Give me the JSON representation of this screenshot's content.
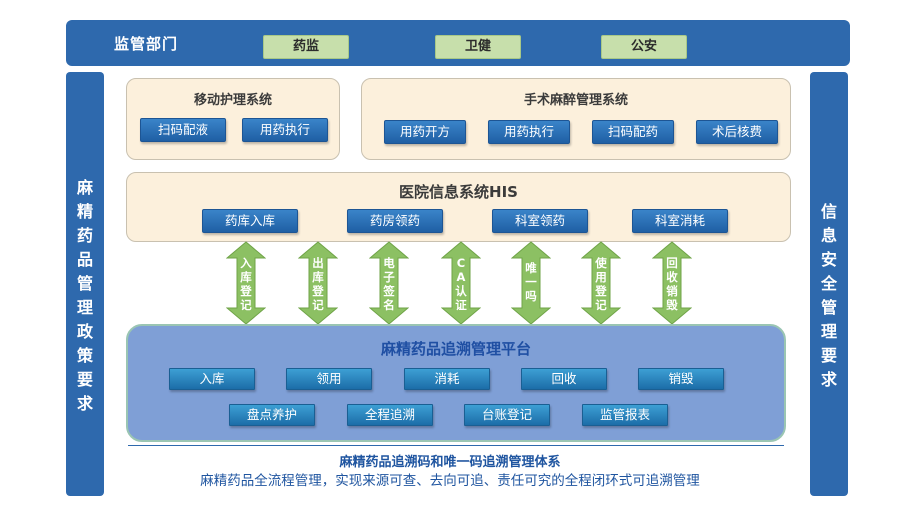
{
  "top_bar": {
    "title": "监管部门",
    "agencies": [
      "药监",
      "卫健",
      "公安"
    ]
  },
  "left_sidebar": {
    "chars": [
      "麻",
      "精",
      "药",
      "品",
      "管",
      "理",
      "政",
      "策",
      "要",
      "求"
    ]
  },
  "right_sidebar": {
    "chars": [
      "信",
      "息",
      "安",
      "全",
      "管",
      "理",
      "要",
      "求"
    ]
  },
  "mobile_nursing": {
    "title": "移动护理系统",
    "buttons": [
      "扫码配液",
      "用药执行"
    ]
  },
  "surgery_anesthesia": {
    "title": "手术麻醉管理系统",
    "buttons": [
      "用药开方",
      "用药执行",
      "扫码配药",
      "术后核费"
    ]
  },
  "his": {
    "title": "医院信息系统HIS",
    "buttons": [
      "药库入库",
      "药房领药",
      "科室领药",
      "科室消耗"
    ]
  },
  "arrows": [
    [
      "入",
      "库",
      "登",
      "记"
    ],
    [
      "出",
      "库",
      "登",
      "记"
    ],
    [
      "电",
      "子",
      "签",
      "名"
    ],
    [
      "C",
      "A",
      "认",
      "证"
    ],
    [
      "唯",
      "一",
      "吗"
    ],
    [
      "使",
      "用",
      "登",
      "记"
    ],
    [
      "回",
      "收",
      "销",
      "毁"
    ]
  ],
  "platform": {
    "title": "麻精药品追溯管理平台",
    "row1": [
      "入库",
      "领用",
      "消耗",
      "回收",
      "销毁"
    ],
    "row2": [
      "盘点养护",
      "全程追溯",
      "台账登记",
      "监管报表"
    ]
  },
  "bottom": {
    "line1": "麻精药品追溯码和唯一码追溯管理体系",
    "line2": "麻精药品全流程管理，实现来源可查、去向可追、责任可究的全程闭环式可追溯管理"
  },
  "colors": {
    "blue_bar": "#2e69ad",
    "system_box": "#fcf0dc",
    "agency_tag": "#c7dfab",
    "platform": "#7f9fd6",
    "arrow": "#8cc063"
  }
}
